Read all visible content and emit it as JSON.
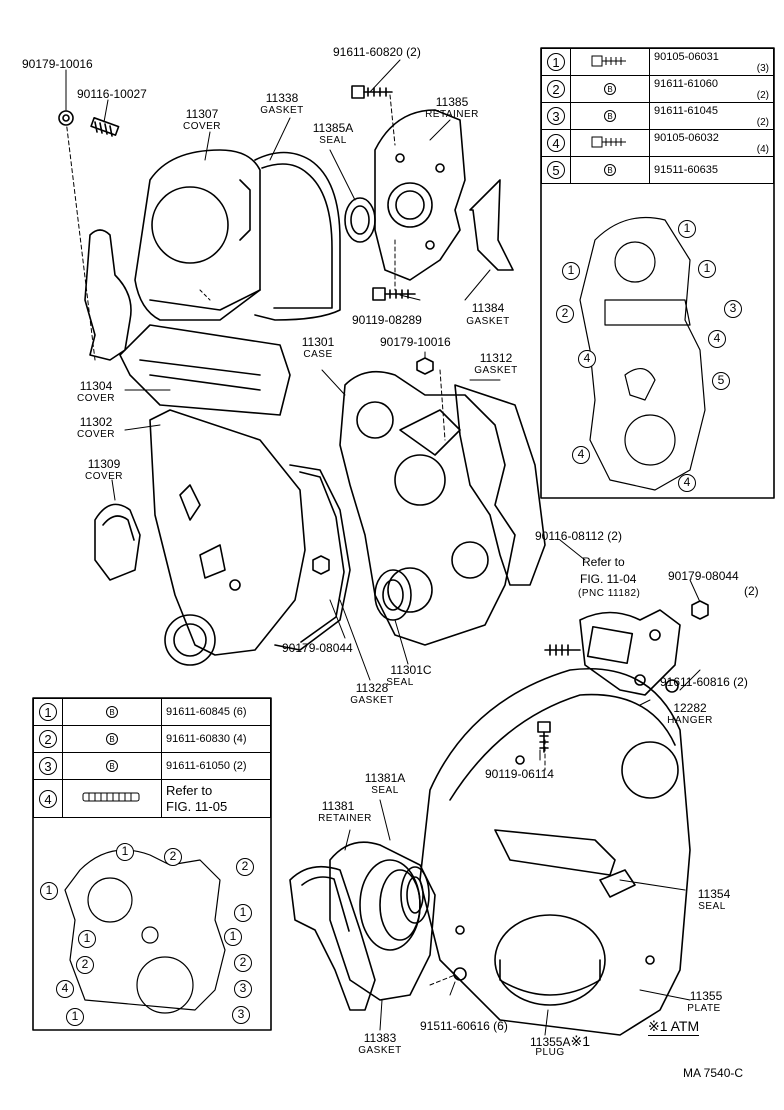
{
  "parts": {
    "p90179_10016_top": {
      "number": "90179-10016"
    },
    "p90116_10027": {
      "number": "90116-10027"
    },
    "p11307": {
      "number": "11307",
      "name": "COVER"
    },
    "p11338": {
      "number": "11338",
      "name": "GASKET"
    },
    "p91611_60820": {
      "number": "91611-60820 (2)"
    },
    "p11385A": {
      "number": "11385A",
      "name": "SEAL"
    },
    "p11385": {
      "number": "11385",
      "name": "RETAINER"
    },
    "p90119_08289": {
      "number": "90119-08289"
    },
    "p11384": {
      "number": "11384",
      "name": "GASKET"
    },
    "p11301": {
      "number": "11301",
      "name": "CASE"
    },
    "p90179_10016_mid": {
      "number": "90179-10016"
    },
    "p11312": {
      "number": "11312",
      "name": "GASKET"
    },
    "p11304": {
      "number": "11304",
      "name": "COVER"
    },
    "p11302": {
      "number": "11302",
      "name": "COVER"
    },
    "p11309": {
      "number": "11309",
      "name": "COVER"
    },
    "p90116_08112": {
      "number": "90116-08112 (2)"
    },
    "p90179_08044_right": {
      "number": "90179-08044",
      "qty": "(2)"
    },
    "p91611_60816": {
      "number": "91611-60816 (2)"
    },
    "p12282": {
      "number": "12282",
      "name": "HANGER"
    },
    "p90179_08044_mid": {
      "number": "90179-08044"
    },
    "p11301C": {
      "number": "11301C",
      "name": "SEAL"
    },
    "p11328": {
      "number": "11328",
      "name": "GASKET"
    },
    "p90119_06114": {
      "number": "90119-06114"
    },
    "p11381A": {
      "number": "11381A",
      "name": "SEAL"
    },
    "p11381": {
      "number": "11381",
      "name": "RETAINER"
    },
    "p11354": {
      "number": "11354",
      "name": "SEAL"
    },
    "p11355": {
      "number": "11355",
      "name": "PLATE"
    },
    "p91511_60616": {
      "number": "91511-60616 (6)"
    },
    "p11383": {
      "number": "11383",
      "name": "GASKET"
    },
    "p11355A": {
      "number": "11355A",
      "name": "PLUG",
      "mark": "※1"
    }
  },
  "refer": {
    "line1": "Refer to",
    "line2": "FIG. 11-04",
    "line3": "(PNC 11182)"
  },
  "atm_note": "※1 ATM",
  "figure_code": "MA  7540-C",
  "legend_top": [
    {
      "num": "1",
      "part": "90105-06031",
      "qty": "(3)"
    },
    {
      "num": "2",
      "sym": "B",
      "part": "91611-61060",
      "qty": "(2)"
    },
    {
      "num": "3",
      "sym": "B",
      "part": "91611-61045",
      "qty": "(2)"
    },
    {
      "num": "4",
      "part": "90105-06032",
      "qty": "(4)"
    },
    {
      "num": "5",
      "sym": "B",
      "part": "91511-60635",
      "qty": ""
    }
  ],
  "legend_bottom": [
    {
      "num": "1",
      "sym": "B",
      "part": "91611-60845 (6)"
    },
    {
      "num": "2",
      "sym": "B",
      "part": "91611-60830 (4)"
    },
    {
      "num": "3",
      "sym": "B",
      "part": "91611-61050 (2)"
    },
    {
      "num": "4",
      "part": "Refer to",
      "part2": "FIG. 11-05"
    }
  ],
  "callouts_top": [
    "1",
    "1",
    "1",
    "2",
    "3",
    "4",
    "4",
    "5",
    "4",
    "4"
  ],
  "callouts_bottom": [
    "1",
    "2",
    "2",
    "1",
    "1",
    "1",
    "1",
    "2",
    "2",
    "4",
    "3",
    "1",
    "3"
  ]
}
